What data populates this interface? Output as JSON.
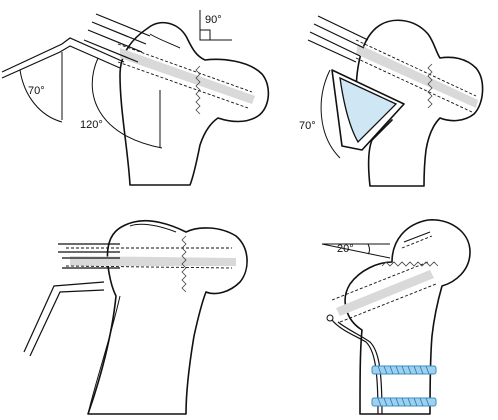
{
  "panels": [
    {
      "id": "top-left",
      "angles": [
        "90°",
        "70°",
        "120°"
      ]
    },
    {
      "id": "top-right",
      "angles": [
        "70°"
      ]
    },
    {
      "id": "bottom-left",
      "angles": []
    },
    {
      "id": "bottom-right",
      "angles": [
        "20°"
      ]
    }
  ],
  "colors": {
    "outline": "#111111",
    "channel_fill": "#d9d9d9",
    "wedge_fill": "#cfe6f5",
    "screw_fill": "#9fd0ee"
  }
}
